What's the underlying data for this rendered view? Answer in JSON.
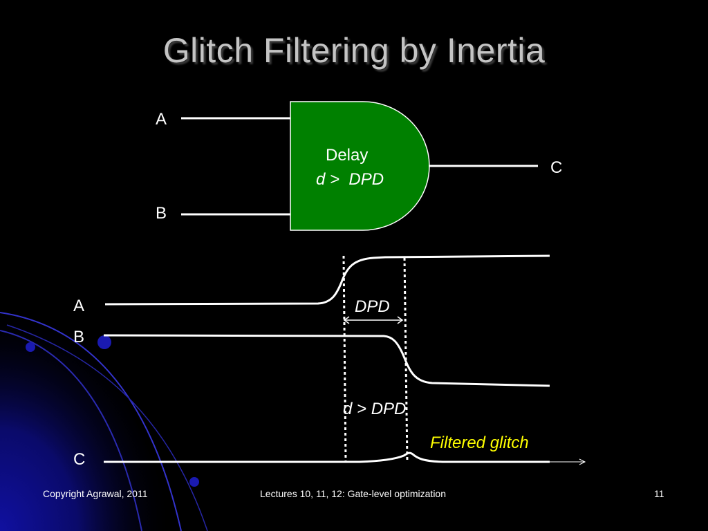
{
  "slide": {
    "title": "Glitch Filtering by Inertia",
    "colors": {
      "background": "#000000",
      "gate_fill": "#008000",
      "glitch_label": "#ffff00",
      "wire": "#ffffff"
    }
  },
  "gate": {
    "input_a": "A",
    "input_b": "B",
    "output": "C",
    "line1": "Delay",
    "line2_var": "d",
    "line2_rest": " >  DPD"
  },
  "waveform": {
    "label_a": "A",
    "label_b": "B",
    "label_c": "C",
    "dpd_label": "DPD",
    "constraint_var": "d",
    "constraint_rest": " > DPD",
    "glitch_label": "Filtered glitch"
  },
  "footer": {
    "copyright": "Copyright Agrawal, 2011",
    "lecture": "Lectures 10, 11, 12: Gate-level optimization",
    "page_number": "11"
  }
}
